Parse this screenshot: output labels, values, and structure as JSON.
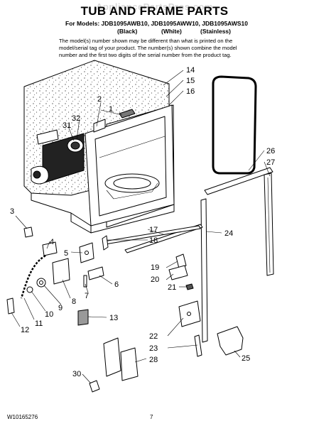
{
  "watermark": "AppliancePartsPros.com",
  "title": "TUB AND FRAME PARTS",
  "models_line": "For Models: JDB1095AWB10, JDB1095AWW10, JDB1095AWS10",
  "variants": [
    "(Black)",
    "(White)",
    "(Stainless)"
  ],
  "note_lines": [
    "The model(s) number shown may be different than what is printed on the",
    "model/serial tag of your product. The number(s) shown combine the model",
    "number and the first two digits of the serial number from the product tag."
  ],
  "part_labels": [
    "1",
    "2",
    "3",
    "4",
    "5",
    "6",
    "7",
    "8",
    "9",
    "10",
    "11",
    "12",
    "13",
    "14",
    "15",
    "16",
    "17",
    "18",
    "19",
    "20",
    "21",
    "22",
    "23",
    "24",
    "25",
    "26",
    "27",
    "28",
    "30",
    "31",
    "32"
  ],
  "footer": {
    "doc_number": "W10165276",
    "page_number": "7"
  }
}
